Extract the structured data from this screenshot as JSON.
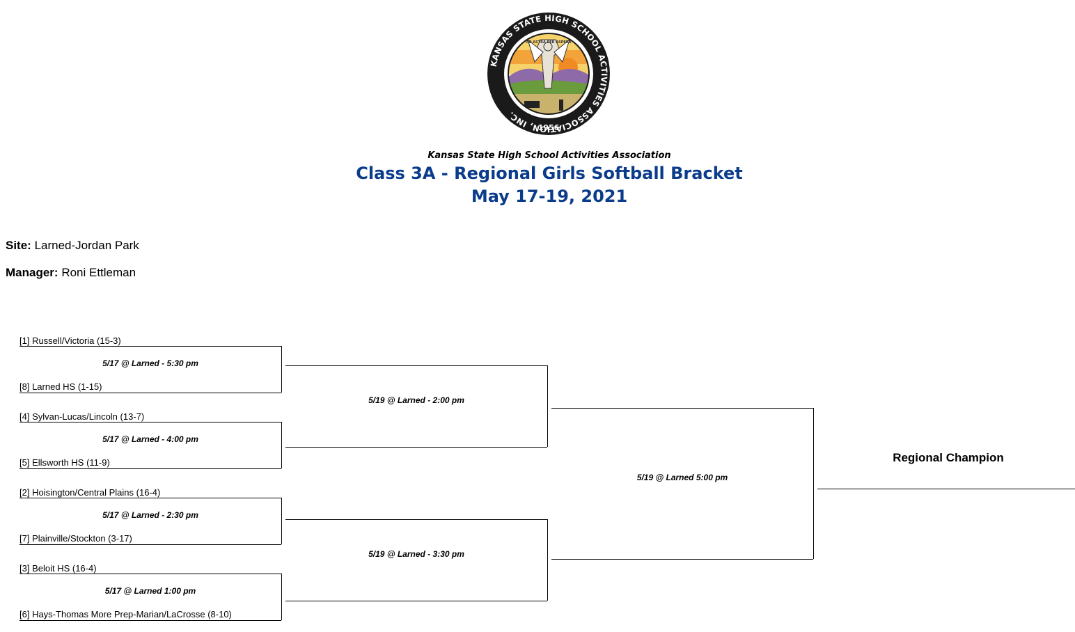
{
  "header": {
    "logo": {
      "alt": "Kansas State High School Activities Association, Inc. seal",
      "ring_text": "KANSAS STATE HIGH SCHOOL ACTIVITIES ASSOCIATION, INC.",
      "year": "1956",
      "motto": "AD ASTRA PER ASPERA"
    },
    "org": "Kansas State High School Activities Association",
    "title": "Class 3A - Regional Girls Softball Bracket",
    "dates": "May 17-19, 2021"
  },
  "info": {
    "site_label": "Site:",
    "site_value": "Larned-Jordan Park",
    "manager_label": "Manager:",
    "manager_value": "Roni Ettleman"
  },
  "bracket": {
    "round1": [
      {
        "top": "[1] Russell/Victoria   (15-3)",
        "game": "5/17 @ Larned - 5:30 pm",
        "bottom": "[8] Larned HS  (1-15)"
      },
      {
        "top": "[4] Sylvan-Lucas/Lincoln   (13-7)",
        "game": "5/17 @ Larned - 4:00 pm",
        "bottom": "[5] Ellsworth HS  (11-9)"
      },
      {
        "top": "[2] Hoisington/Central Plains   (16-4)",
        "game": "5/17 @ Larned - 2:30 pm",
        "bottom": "[7] Plainville/Stockton  (3-17)"
      },
      {
        "top": "[3] Beloit HS   (16-4)",
        "game": "5/17 @ Larned 1:00 pm",
        "bottom": "[6] Hays-Thomas More Prep-Marian/LaCrosse  (8-10)"
      }
    ],
    "round2": [
      {
        "game": "5/19 @ Larned - 2:00 pm"
      },
      {
        "game": "5/19 @ Larned - 3:30 pm"
      }
    ],
    "final": {
      "game": "5/19 @ Larned 5:00 pm"
    },
    "champion_label": "Regional Champion"
  }
}
